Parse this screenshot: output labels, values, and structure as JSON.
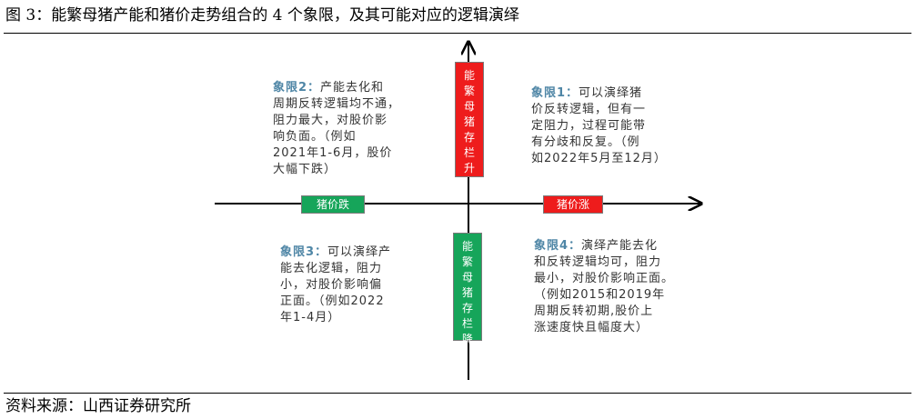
{
  "title": "图 3：能繁母猪产能和猪价走势组合的 4 个象限，及其可能对应的逻辑演绎",
  "source": "资料来源：山西证券研究所",
  "axis": {
    "up_label": "能繁母猪存栏升",
    "down_label": "能繁母猪存栏降",
    "left_label": "猪价跌",
    "right_label": "猪价涨"
  },
  "quadrants": {
    "q1": {
      "heading": "象限1：",
      "lines": [
        "可以演绎猪",
        "价反转逻辑，但有一",
        "定阻力，过程可能带",
        "有分歧和反复。（例",
        "如2022年5月至12月）"
      ]
    },
    "q2": {
      "heading": "象限2：",
      "lines": [
        "产能去化和",
        "周期反转逻辑均不通，",
        "阻力最大，对股价影",
        "响负面。（例如",
        "2021年1-6月，股价",
        "大幅下跌）"
      ]
    },
    "q3": {
      "heading": "象限3：",
      "lines": [
        "可以演绎产",
        "能去化逻辑，阻力",
        "小，对股价影响偏",
        "正面。（例如2022",
        "年1-4月）"
      ]
    },
    "q4": {
      "heading": "象限4：",
      "lines": [
        "演绎产能去化",
        "和反转逻辑均可，阻力",
        "最小，对股价影响正面。",
        "（例如2015和2019年",
        "周期反转初期,股价上",
        "涨速度快且幅度大）"
      ]
    }
  },
  "colors": {
    "red": "#ee1c1c",
    "green": "#16a55a",
    "heading": "#4f86a6"
  }
}
